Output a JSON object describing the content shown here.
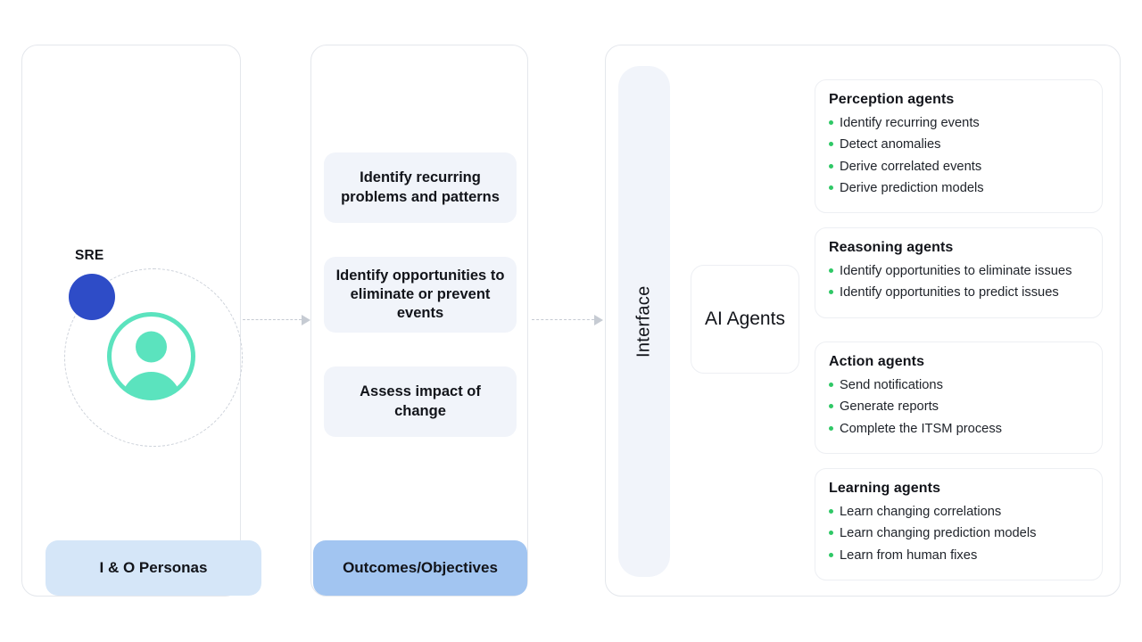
{
  "colors": {
    "persona_blue_dot": "#2E4CC7",
    "persona_avatar_teal": "#5BE3BE",
    "banner_personas_bg": "#D5E6F8",
    "banner_outcomes_bg": "#A2C5F1",
    "outcome_card_bg": "#F1F4FA",
    "interface_bar_bg": "#F1F4FA",
    "bullet_green": "#2FC866",
    "panel_border": "#E4E7EC",
    "connector_gray": "#C6CBD3",
    "text_primary": "#12141a"
  },
  "personas": {
    "role_label": "SRE",
    "avatar_icon": "user-avatar-icon",
    "banner_label": "I & O Personas"
  },
  "outcomes": {
    "cards": [
      {
        "label": "Identify recurring problems and patterns"
      },
      {
        "label": "Identify opportunities to eliminate or prevent events"
      },
      {
        "label": "Assess impact of change"
      }
    ],
    "banner_label": "Outcomes/Objectives"
  },
  "connectors": [
    {
      "name": "personas-to-outcomes",
      "style": "dashed-arrow-right"
    },
    {
      "name": "outcomes-to-agents",
      "style": "dashed-arrow-right"
    }
  ],
  "agents": {
    "interface_label": "Interface",
    "hub_label": "AI Agents",
    "cards": [
      {
        "title": "Perception agents",
        "items": [
          "Identify recurring events",
          "Detect anomalies",
          "Derive correlated events",
          "Derive prediction models"
        ]
      },
      {
        "title": "Reasoning agents",
        "items": [
          "Identify opportunities to eliminate issues",
          "Identify opportunities to predict issues"
        ]
      },
      {
        "title": "Action agents",
        "items": [
          "Send notifications",
          "Generate reports",
          "Complete the ITSM process"
        ]
      },
      {
        "title": "Learning agents",
        "items": [
          "Learn changing correlations",
          "Learn changing prediction models",
          "Learn from human fixes"
        ]
      }
    ]
  }
}
